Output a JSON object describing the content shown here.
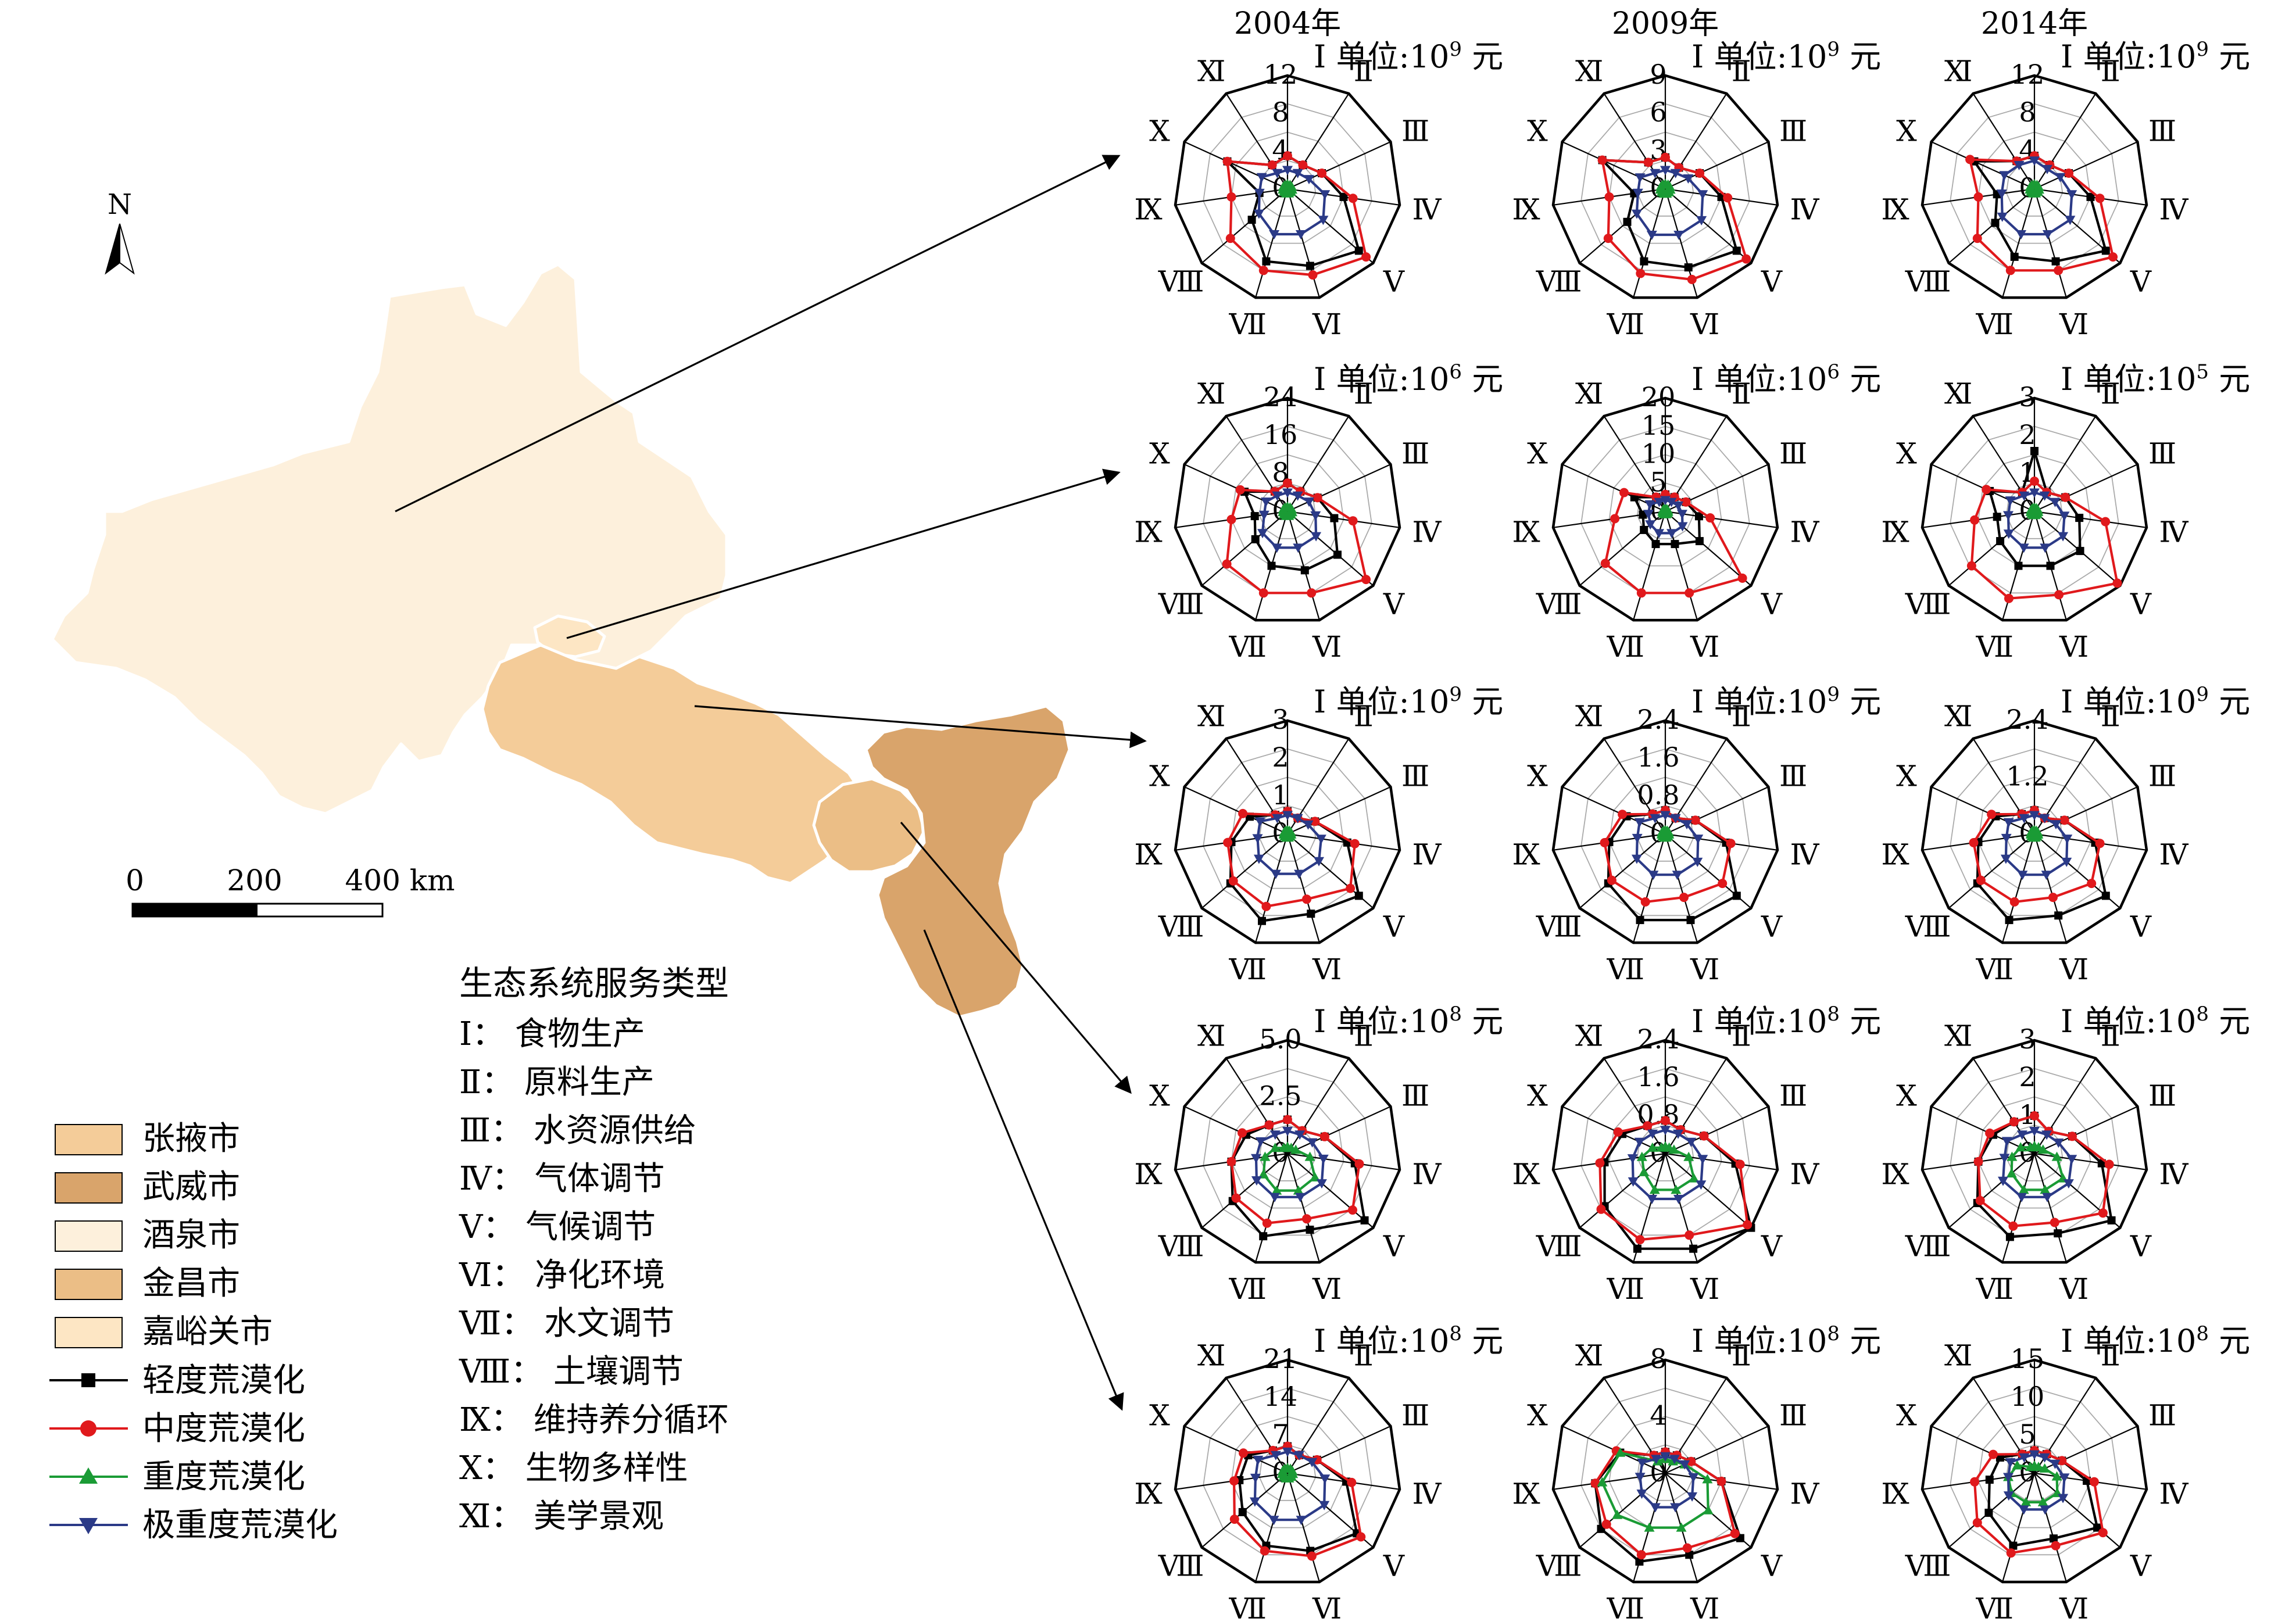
{
  "years": [
    "2004年",
    "2009年",
    "2014年"
  ],
  "roman_labels": [
    "Ⅰ",
    "Ⅱ",
    "Ⅲ",
    "Ⅳ",
    "Ⅴ",
    "Ⅵ",
    "Ⅶ",
    "Ⅷ",
    "Ⅸ",
    "Ⅹ",
    "Ⅺ"
  ],
  "map": {
    "north_label": "N",
    "scale_labels": [
      "0",
      "200",
      "400 km"
    ],
    "region_colors": {
      "jiuquan": "#fdf0dc",
      "jiayuguan": "#fde6c4",
      "zhangye": "#f4cc99",
      "jinchang": "#ebbe86",
      "wuwei": "#d9a46b"
    }
  },
  "legend": {
    "regions": [
      {
        "label": "张掖市",
        "color": "#f4cc99"
      },
      {
        "label": "武威市",
        "color": "#d9a46b"
      },
      {
        "label": "酒泉市",
        "color": "#fdf0dc"
      },
      {
        "label": "金昌市",
        "color": "#ebbe86"
      },
      {
        "label": "嘉峪关市",
        "color": "#fde6c4"
      }
    ],
    "series": [
      {
        "label": "轻度荒漠化",
        "color": "#000000",
        "marker": "square"
      },
      {
        "label": "中度荒漠化",
        "color": "#e0191c",
        "marker": "circle"
      },
      {
        "label": "重度荒漠化",
        "color": "#1a9b35",
        "marker": "triangle-up"
      },
      {
        "label": "极重度荒漠化",
        "color": "#2b3a87",
        "marker": "triangle-down"
      }
    ]
  },
  "service_types": {
    "title": "生态系统服务类型",
    "items": [
      "Ⅰ：  食物生产",
      "Ⅱ：  原料生产",
      "Ⅲ：  水资源供给",
      "Ⅳ：  气体调节",
      "Ⅴ：  气候调节",
      "Ⅵ：  净化环境",
      "Ⅶ：  水文调节",
      "Ⅷ：  土壤调节",
      "Ⅸ：  维持养分循环",
      "Ⅹ：  生物多样性",
      "Ⅺ：  美学景观"
    ]
  },
  "chart_data": [
    {
      "type": "radar",
      "row": 1,
      "year": "2004年",
      "unit_label": "Ⅰ 单位:10",
      "unit_exp": "9",
      "unit_suffix": " 元",
      "ticks": [
        "0",
        "4",
        "8",
        "12"
      ],
      "rmax": 12,
      "series": [
        {
          "values": [
            3.5,
            3,
            4,
            6,
            10,
            8.5,
            8,
            5,
            3,
            7,
            3
          ]
        },
        {
          "values": [
            3.5,
            3,
            4,
            7,
            11,
            9.5,
            9,
            8,
            6,
            7,
            3
          ]
        },
        {
          "values": [
            0.5,
            0.5,
            0.5,
            0.5,
            0.5,
            0.5,
            0.5,
            0.5,
            0.5,
            0.5,
            0.5
          ]
        },
        {
          "values": [
            2,
            2,
            2.5,
            4,
            5,
            5,
            5,
            4,
            3,
            3,
            2
          ]
        }
      ]
    },
    {
      "type": "radar",
      "row": 1,
      "year": "2009年",
      "unit_label": "Ⅰ 单位:10",
      "unit_exp": "9",
      "unit_suffix": " 元",
      "ticks": [
        "0",
        "3",
        "6",
        "9"
      ],
      "rmax": 9,
      "series": [
        {
          "values": [
            2.5,
            2,
            3,
            4.5,
            7.5,
            6.5,
            6,
            4,
            2.5,
            5.5,
            2.5
          ]
        },
        {
          "values": [
            2.5,
            2,
            3,
            5,
            8.5,
            7.5,
            7,
            6,
            4.5,
            5.5,
            2.5
          ]
        },
        {
          "values": [
            0.4,
            0.4,
            0.4,
            0.4,
            0.4,
            0.4,
            0.4,
            0.4,
            0.4,
            0.4,
            0.4
          ]
        },
        {
          "values": [
            1.5,
            1.5,
            2,
            3,
            3.8,
            3.8,
            3.8,
            3,
            2.2,
            2.2,
            1.5
          ]
        }
      ]
    },
    {
      "type": "radar",
      "row": 1,
      "year": "2014年",
      "unit_label": "Ⅰ 单位:10",
      "unit_exp": "9",
      "unit_suffix": " 元",
      "ticks": [
        "0",
        "4",
        "8",
        "12"
      ],
      "rmax": 12,
      "series": [
        {
          "values": [
            3.5,
            3,
            4,
            6,
            10,
            8,
            7.5,
            5.5,
            4,
            7,
            3.5
          ]
        },
        {
          "values": [
            3.5,
            3,
            4,
            7,
            11,
            9,
            9,
            8,
            6,
            7.5,
            3.5
          ]
        },
        {
          "values": [
            0.5,
            0.5,
            0.5,
            0.5,
            0.5,
            0.5,
            0.5,
            0.5,
            0.5,
            0.5,
            0.5
          ]
        },
        {
          "values": [
            3,
            2.5,
            3,
            4,
            5,
            5,
            5,
            4.5,
            3.5,
            3.5,
            3
          ]
        }
      ]
    },
    {
      "type": "radar",
      "row": 2,
      "year": "2004年",
      "unit_label": "Ⅰ 单位:10",
      "unit_exp": "6",
      "unit_suffix": " 元",
      "ticks": [
        "0",
        "8",
        "16",
        "24"
      ],
      "rmax": 24,
      "series": [
        {
          "values": [
            6,
            5,
            7,
            10,
            14,
            13,
            12,
            9,
            7,
            10,
            5
          ]
        },
        {
          "values": [
            6,
            5,
            7,
            14,
            22,
            18,
            18,
            17,
            12,
            11,
            5
          ]
        },
        {
          "values": [
            1,
            1,
            1,
            1,
            1,
            1,
            1,
            1,
            1,
            1,
            1
          ]
        },
        {
          "values": [
            4,
            4,
            5,
            6,
            8,
            8,
            8,
            7,
            5,
            5,
            4
          ]
        }
      ]
    },
    {
      "type": "radar",
      "row": 2,
      "year": "2009年",
      "unit_label": "Ⅰ 单位:10",
      "unit_exp": "6",
      "unit_suffix": " 元",
      "ticks": [
        "0",
        "5",
        "10",
        "15",
        "20"
      ],
      "rmax": 20,
      "series": [
        {
          "values": [
            3,
            3,
            4,
            6,
            8,
            6,
            6,
            5,
            4,
            6,
            3
          ]
        },
        {
          "values": [
            3,
            3,
            4,
            8,
            18,
            15,
            15,
            14,
            9,
            8,
            3
          ]
        },
        {
          "values": [
            0.5,
            0.5,
            0.5,
            0.5,
            0.5,
            0.5,
            0.5,
            0.5,
            0.5,
            0.5,
            0.5
          ]
        },
        {
          "values": [
            2,
            2,
            2.5,
            3,
            4,
            4,
            4,
            3.5,
            3,
            3,
            2
          ]
        }
      ]
    },
    {
      "type": "radar",
      "row": 2,
      "year": "2014年",
      "unit_label": "Ⅰ 单位:10",
      "unit_exp": "5",
      "unit_suffix": " 元",
      "ticks": [
        "0",
        "1",
        "2",
        "3"
      ],
      "rmax": 3,
      "series": [
        {
          "values": [
            1.6,
            0.6,
            0.9,
            1.2,
            1.6,
            1.5,
            1.5,
            1.2,
            1,
            1.3,
            0.6
          ]
        },
        {
          "values": [
            0.8,
            0.6,
            0.9,
            1.9,
            2.9,
            2.3,
            2.4,
            2.2,
            1.6,
            1.4,
            0.6
          ]
        },
        {
          "values": [
            0.1,
            0.1,
            0.1,
            0.1,
            0.1,
            0.1,
            0.1,
            0.1,
            0.1,
            0.1,
            0.1
          ]
        },
        {
          "values": [
            0.5,
            0.5,
            0.6,
            0.8,
            1,
            1,
            1,
            0.9,
            0.7,
            0.7,
            0.5
          ]
        }
      ]
    },
    {
      "type": "radar",
      "row": 3,
      "year": "2004年",
      "unit_label": "Ⅰ 单位:10",
      "unit_exp": "9",
      "unit_suffix": " 元",
      "ticks": [
        "0",
        "1",
        "2",
        "3"
      ],
      "rmax": 3,
      "series": [
        {
          "values": [
            0.6,
            0.5,
            0.8,
            1.6,
            2.5,
            2.2,
            2.4,
            2,
            1.5,
            1.1,
            0.6
          ]
        },
        {
          "values": [
            0.6,
            0.5,
            0.8,
            1.8,
            2.2,
            1.8,
            2,
            1.9,
            1.6,
            1.3,
            0.6
          ]
        },
        {
          "values": [
            0.1,
            0.1,
            0.1,
            0.1,
            0.1,
            0.1,
            0.1,
            0.1,
            0.1,
            0.1,
            0.1
          ]
        },
        {
          "values": [
            0.5,
            0.5,
            0.6,
            0.9,
            1.1,
            1.1,
            1.1,
            1,
            0.8,
            0.8,
            0.5
          ]
        }
      ]
    },
    {
      "type": "radar",
      "row": 3,
      "year": "2009年",
      "unit_label": "Ⅰ 单位:10",
      "unit_exp": "9",
      "unit_suffix": " 元",
      "ticks": [
        "0",
        "0.8",
        "1.6",
        "2.4"
      ],
      "rmax": 2.4,
      "series": [
        {
          "values": [
            0.5,
            0.4,
            0.7,
            1.3,
            2,
            1.9,
            1.9,
            1.6,
            1.2,
            0.9,
            0.5
          ]
        },
        {
          "values": [
            0.5,
            0.4,
            0.7,
            1.4,
            1.6,
            1.4,
            1.5,
            1.5,
            1.3,
            1,
            0.5
          ]
        },
        {
          "values": [
            0.08,
            0.08,
            0.08,
            0.08,
            0.08,
            0.08,
            0.08,
            0.08,
            0.08,
            0.08,
            0.08
          ]
        },
        {
          "values": [
            0.4,
            0.4,
            0.5,
            0.7,
            0.9,
            0.9,
            0.9,
            0.8,
            0.6,
            0.6,
            0.4
          ]
        }
      ]
    },
    {
      "type": "radar",
      "row": 3,
      "year": "2014年",
      "unit_label": "Ⅰ 单位:10",
      "unit_exp": "9",
      "unit_suffix": " 元",
      "ticks": [
        "0",
        "1.2",
        "2.4"
      ],
      "rmax": 2.4,
      "series": [
        {
          "values": [
            0.5,
            0.4,
            0.7,
            1.3,
            2,
            1.8,
            1.9,
            1.6,
            1.2,
            0.9,
            0.5
          ]
        },
        {
          "values": [
            0.5,
            0.4,
            0.7,
            1.4,
            1.6,
            1.4,
            1.5,
            1.5,
            1.3,
            1,
            0.5
          ]
        },
        {
          "values": [
            0.08,
            0.08,
            0.08,
            0.08,
            0.08,
            0.08,
            0.08,
            0.08,
            0.08,
            0.08,
            0.08
          ]
        },
        {
          "values": [
            0.4,
            0.4,
            0.5,
            0.7,
            0.9,
            0.9,
            0.9,
            0.8,
            0.6,
            0.6,
            0.4
          ]
        }
      ]
    },
    {
      "type": "radar",
      "row": 4,
      "year": "2004年",
      "unit_label": "Ⅰ 单位:10",
      "unit_exp": "8",
      "unit_suffix": " 元",
      "ticks": [
        "0",
        "2.5",
        "5.0"
      ],
      "rmax": 5,
      "series": [
        {
          "values": [
            1.5,
            1.2,
            1.8,
            3,
            4.5,
            3.5,
            3.8,
            3.2,
            2.5,
            2,
            1.5
          ]
        },
        {
          "values": [
            1.5,
            1.2,
            1.8,
            3.2,
            3.8,
            3,
            3.2,
            3,
            2.5,
            2.2,
            1.5
          ]
        },
        {
          "values": [
            0.3,
            0.3,
            0.4,
            1,
            1.6,
            1.7,
            1.7,
            1.4,
            1,
            0.6,
            0.3
          ]
        },
        {
          "values": [
            1,
            1,
            1.2,
            1.6,
            2,
            2,
            2,
            1.8,
            1.4,
            1.3,
            1
          ]
        }
      ]
    },
    {
      "type": "radar",
      "row": 4,
      "year": "2009年",
      "unit_label": "Ⅰ 单位:10",
      "unit_exp": "8",
      "unit_suffix": " 元",
      "ticks": [
        "0",
        "0.8",
        "1.6",
        "2.4"
      ],
      "rmax": 2.4,
      "series": [
        {
          "values": [
            0.7,
            0.6,
            0.9,
            1.5,
            2.4,
            2.1,
            2.1,
            1.7,
            1.3,
            1,
            0.7
          ]
        },
        {
          "values": [
            0.7,
            0.6,
            0.9,
            1.6,
            2.3,
            1.8,
            1.9,
            1.8,
            1.4,
            1.1,
            0.7
          ]
        },
        {
          "values": [
            0.15,
            0.15,
            0.2,
            0.5,
            0.8,
            0.8,
            0.8,
            0.6,
            0.5,
            0.3,
            0.15
          ]
        },
        {
          "values": [
            0.5,
            0.5,
            0.6,
            0.8,
            1,
            1,
            1,
            0.9,
            0.7,
            0.6,
            0.5
          ]
        }
      ]
    },
    {
      "type": "radar",
      "row": 4,
      "year": "2014年",
      "unit_label": "Ⅰ 单位:10",
      "unit_exp": "8",
      "unit_suffix": " 元",
      "ticks": [
        "0",
        "1",
        "2",
        "3"
      ],
      "rmax": 3,
      "series": [
        {
          "values": [
            1,
            0.7,
            1.1,
            1.8,
            2.7,
            2.2,
            2.3,
            2,
            1.5,
            1.2,
            1
          ]
        },
        {
          "values": [
            1,
            0.7,
            1.1,
            2,
            2.4,
            1.9,
            2,
            1.9,
            1.5,
            1.3,
            1
          ]
        },
        {
          "values": [
            0.2,
            0.2,
            0.25,
            0.6,
            1,
            1,
            1,
            0.8,
            0.6,
            0.4,
            0.2
          ]
        },
        {
          "values": [
            0.6,
            0.6,
            0.7,
            1,
            1.2,
            1.2,
            1.2,
            1.1,
            0.8,
            0.8,
            0.6
          ]
        }
      ]
    },
    {
      "type": "radar",
      "row": 5,
      "year": "2004年",
      "unit_label": "Ⅰ 单位:10",
      "unit_exp": "8",
      "unit_suffix": " 元",
      "ticks": [
        "0",
        "7",
        "14",
        "21"
      ],
      "rmax": 21,
      "series": [
        {
          "values": [
            5,
            4,
            6,
            11,
            17,
            15,
            14,
            11,
            9,
            8,
            5
          ]
        },
        {
          "values": [
            5,
            4,
            6,
            12,
            18,
            16,
            15,
            13,
            10,
            9,
            5
          ]
        },
        {
          "values": [
            1,
            1,
            1,
            1,
            1,
            1,
            1,
            1,
            1,
            1,
            1
          ]
        },
        {
          "values": [
            4,
            4,
            5,
            7,
            9,
            9,
            9,
            8,
            6,
            6,
            4
          ]
        }
      ]
    },
    {
      "type": "radar",
      "row": 5,
      "year": "2009年",
      "unit_label": "Ⅰ 单位:10",
      "unit_exp": "8",
      "unit_suffix": " 元",
      "ticks": [
        "0",
        "4",
        "8"
      ],
      "rmax": 8,
      "series": [
        {
          "values": [
            1.5,
            1.5,
            2,
            4,
            7,
            6,
            6.5,
            6,
            5,
            3.5,
            1.5
          ]
        },
        {
          "values": [
            1.5,
            1.5,
            2,
            4,
            6.5,
            5.5,
            6,
            5.5,
            5,
            3.8,
            1.5
          ]
        },
        {
          "values": [
            1,
            1,
            1.5,
            3,
            4,
            4,
            4,
            4.5,
            4.5,
            3.5,
            1
          ]
        },
        {
          "values": [
            1.2,
            1.2,
            1.5,
            2,
            2.5,
            2.5,
            2.5,
            2.2,
            1.8,
            1.8,
            1.2
          ]
        }
      ]
    },
    {
      "type": "radar",
      "row": 5,
      "year": "2014年",
      "unit_label": "Ⅰ 单位:10",
      "unit_exp": "8",
      "unit_suffix": " 元",
      "ticks": [
        "0",
        "5",
        "10",
        "15"
      ],
      "rmax": 15,
      "series": [
        {
          "values": [
            3,
            3,
            4,
            7,
            11,
            9,
            10,
            8,
            6,
            5,
            3
          ]
        },
        {
          "values": [
            3,
            3,
            4,
            8,
            12,
            10,
            11,
            10,
            8,
            6,
            3
          ]
        },
        {
          "values": [
            1,
            1,
            1.5,
            3,
            4,
            4,
            4,
            4,
            3.5,
            2.5,
            1
          ]
        },
        {
          "values": [
            2.5,
            2.5,
            3,
            4,
            5,
            5,
            5,
            4.5,
            3.5,
            3.5,
            2.5
          ]
        }
      ]
    }
  ]
}
